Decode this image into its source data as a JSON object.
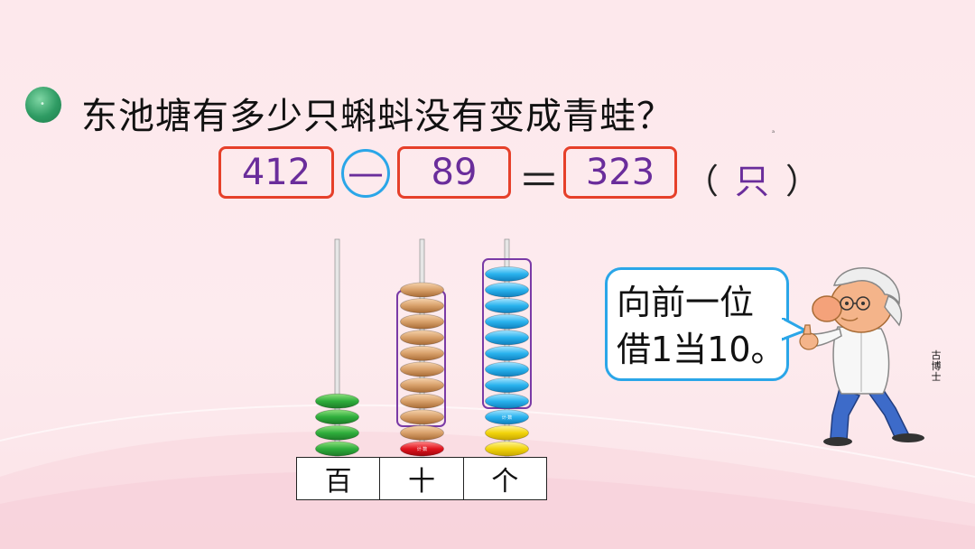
{
  "question": "东池塘有多少只蝌蚪没有变成青蛙？",
  "tiny_mark": "ₐ",
  "equation": {
    "minuend": "412",
    "operator": "—",
    "subtrahend": "89",
    "equals": "＝",
    "result": "323",
    "unit_open": "（",
    "unit": "只",
    "unit_close": "）"
  },
  "abacus": {
    "columns": [
      {
        "label": "百",
        "beads": 4,
        "color": "#2fae3c"
      },
      {
        "label": "十",
        "beads": 11,
        "color": "#d8a06a",
        "highlighted": 10,
        "bottom_bead_color": "#e0141e",
        "bottom_bead_text": "计·数"
      },
      {
        "label": "个",
        "beads": 12,
        "color": "#2ab3ee",
        "highlighted": 10,
        "extra_beads_color": "#f2d40c",
        "bead_text": "计·数"
      }
    ],
    "highlight_color": "#7a3aa6"
  },
  "speech_bubble": {
    "line1": "向前一位",
    "line2": "借1当10。"
  },
  "character_label": "古博士",
  "colors": {
    "box_border": "#e6402a",
    "number_color": "#6a2d9b",
    "circle_border": "#2aa6e8",
    "bullet": "#2e9b63"
  }
}
